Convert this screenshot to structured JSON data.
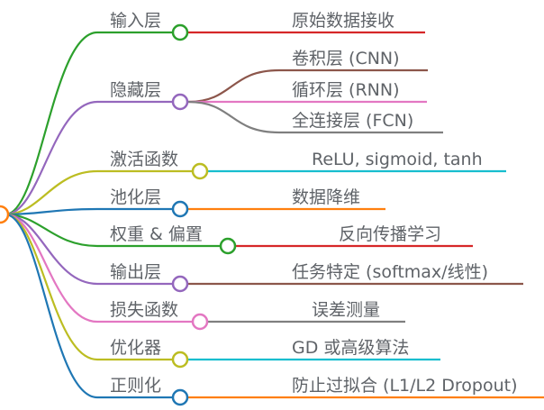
{
  "root": {
    "label": "",
    "color": "#ff7f0e"
  },
  "branches": [
    {
      "label": "输入层",
      "color": "#2ca02c",
      "children": [
        {
          "label": "原始数据接收",
          "color": "#d62728"
        }
      ]
    },
    {
      "label": "隐藏层",
      "color": "#9467bd",
      "children": [
        {
          "label": "卷积层 (CNN)",
          "color": "#8c564b"
        },
        {
          "label": "循环层 (RNN)",
          "color": "#e377c2"
        },
        {
          "label": "全连接层 (FCN)",
          "color": "#7f7f7f"
        }
      ]
    },
    {
      "label": "激活函数",
      "color": "#bcbd22",
      "children": [
        {
          "label": "ReLU, sigmoid, tanh",
          "color": "#17becf"
        }
      ]
    },
    {
      "label": "池化层",
      "color": "#1f77b4",
      "children": [
        {
          "label": "数据降维",
          "color": "#ff7f0e"
        }
      ]
    },
    {
      "label": "权重 & 偏置",
      "color": "#2ca02c",
      "children": [
        {
          "label": "反向传播学习",
          "color": "#d62728"
        }
      ]
    },
    {
      "label": "输出层",
      "color": "#9467bd",
      "children": [
        {
          "label": "任务特定 (softmax/线性)",
          "color": "#8c564b"
        }
      ]
    },
    {
      "label": "损失函数",
      "color": "#e377c2",
      "children": [
        {
          "label": "误差测量",
          "color": "#7f7f7f"
        }
      ]
    },
    {
      "label": "优化器",
      "color": "#bcbd22",
      "children": [
        {
          "label": "GD 或高级算法",
          "color": "#17becf"
        }
      ]
    },
    {
      "label": "正则化",
      "color": "#1f77b4",
      "children": [
        {
          "label": "防止过拟合 (L1/L2 Dropout)",
          "color": "#ff7f0e"
        }
      ]
    }
  ]
}
